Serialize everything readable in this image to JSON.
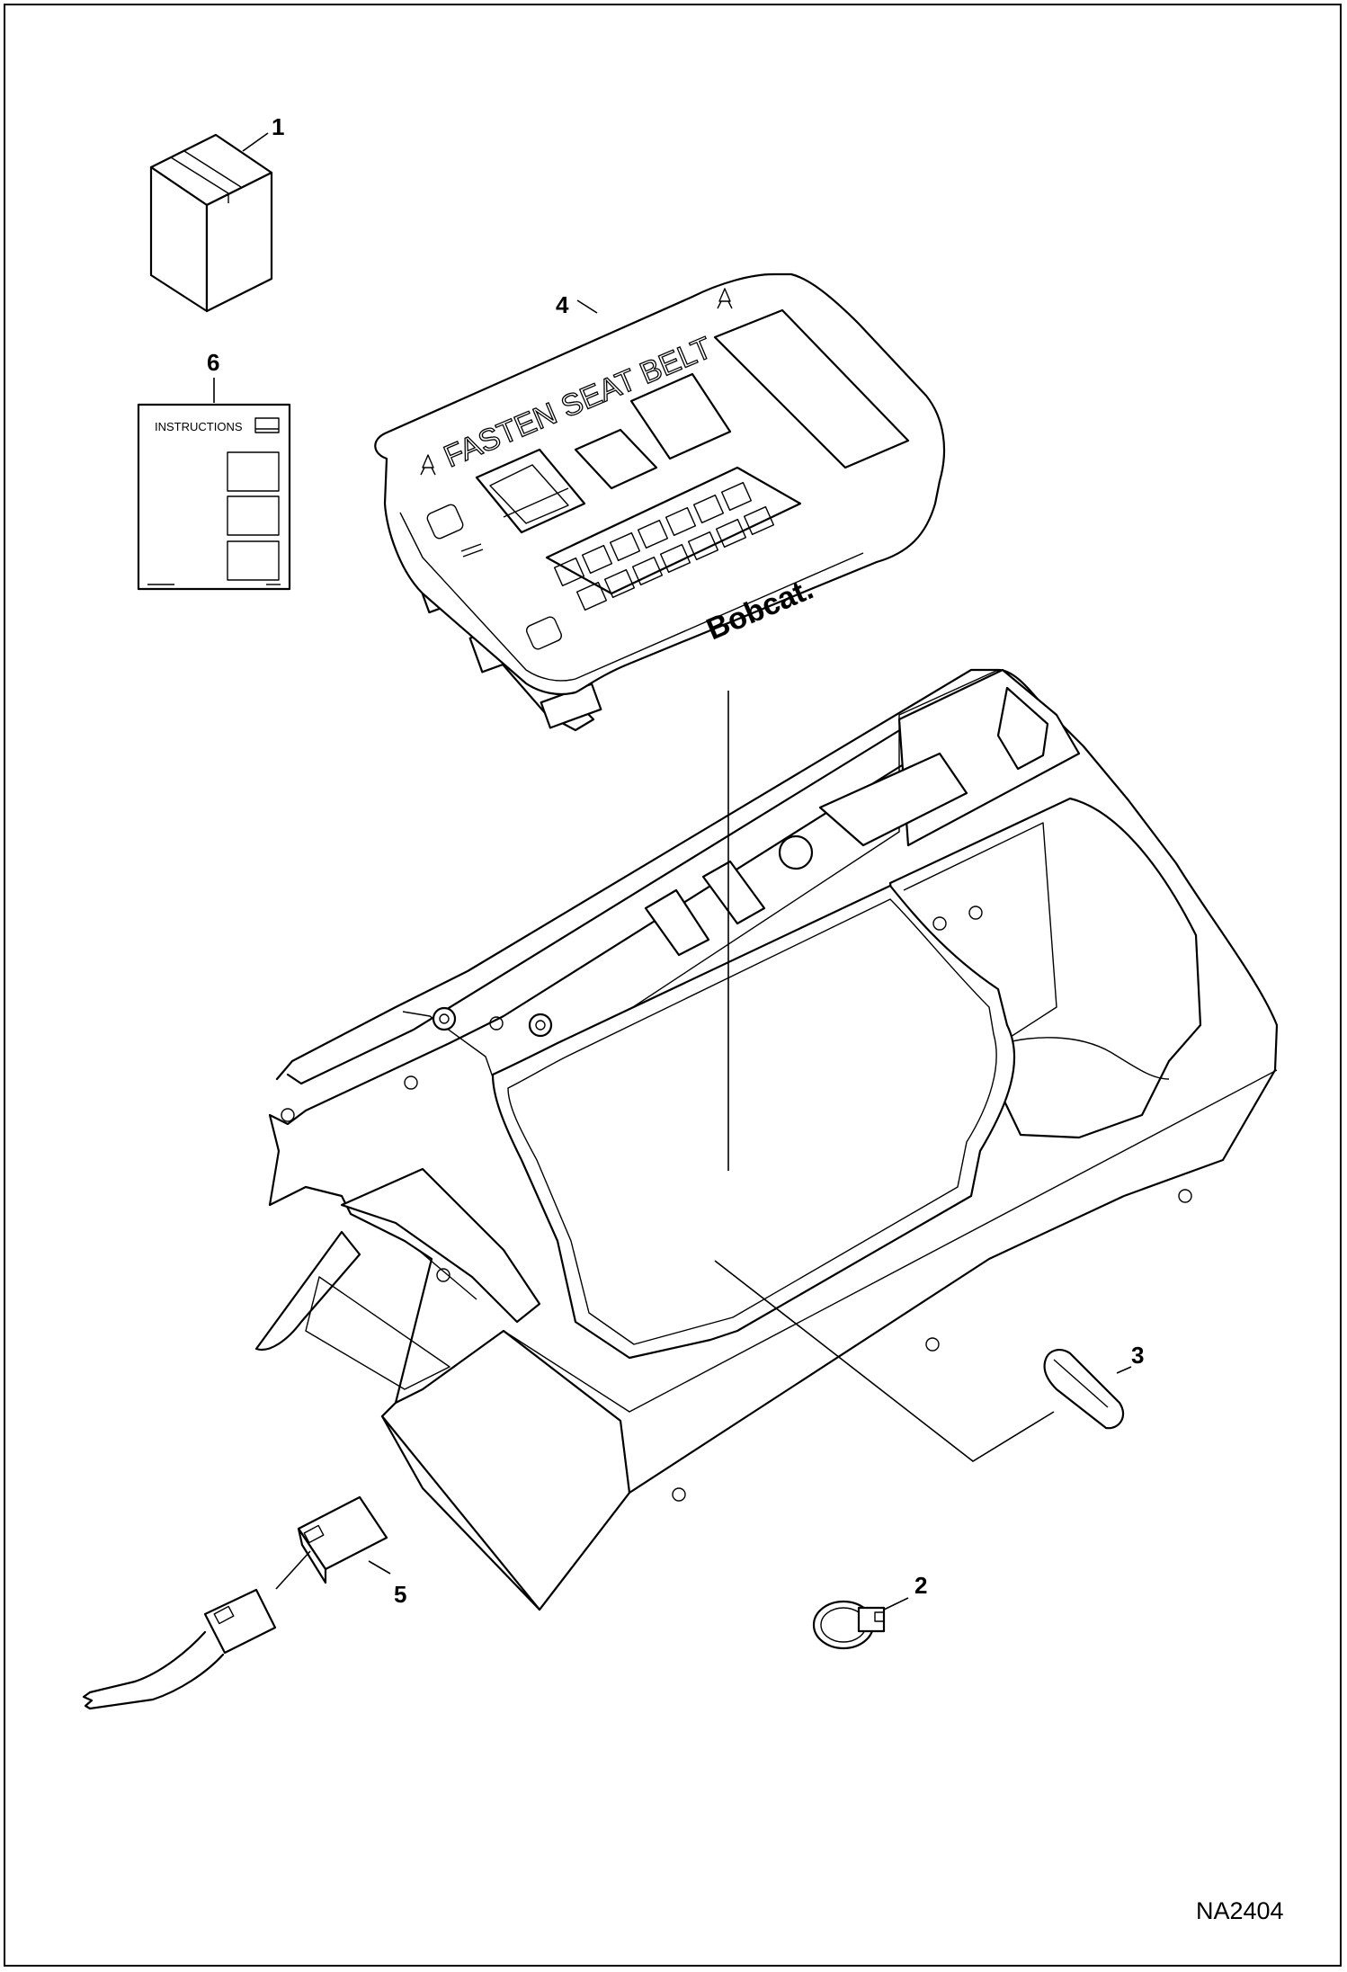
{
  "callouts": [
    {
      "id": "1",
      "label": "1"
    },
    {
      "id": "2",
      "label": "2"
    },
    {
      "id": "3",
      "label": "3"
    },
    {
      "id": "4",
      "label": "4"
    },
    {
      "id": "5",
      "label": "5"
    },
    {
      "id": "6",
      "label": "6"
    }
  ],
  "instructions_sheet": {
    "title": "INSTRUCTIONS"
  },
  "panel": {
    "seat_belt_text": "FASTEN SEAT BELT",
    "brand_text": "Bobcat."
  },
  "drawing_number": "NA2404"
}
